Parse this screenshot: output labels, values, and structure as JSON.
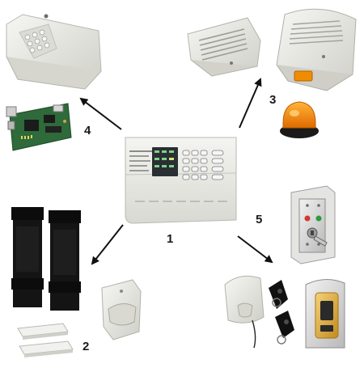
{
  "labels": {
    "control_panel": "1",
    "perimeter_sensors": "2",
    "sirens": "3",
    "communication": "4",
    "access_control": "5"
  },
  "colors": {
    "device_light": "#ecece7",
    "device_shade": "#c7c7c0",
    "beacon": "#f08c00",
    "beam_sensor": "#111111",
    "pcb": "#2e6a3a",
    "arrow": "#111111",
    "label": "#1b1b1b"
  },
  "icons": {
    "control_panel": "alarm-control-panel-icon",
    "keypad": "wall-keypad-icon",
    "communicator_board": "circuit-board-icon",
    "indoor_siren": "indoor-siren-icon",
    "outdoor_siren": "outdoor-siren-icon",
    "strobe": "strobe-beacon-icon",
    "beam_detector": "infrared-beam-detector-icon",
    "door_contact": "magnetic-door-contact-icon",
    "pir": "pir-motion-detector-icon",
    "key_switch": "key-switch-icon",
    "receiver": "wireless-receiver-icon",
    "key_fob": "key-fob-remote-icon",
    "fingerprint": "fingerprint-reader-icon"
  }
}
